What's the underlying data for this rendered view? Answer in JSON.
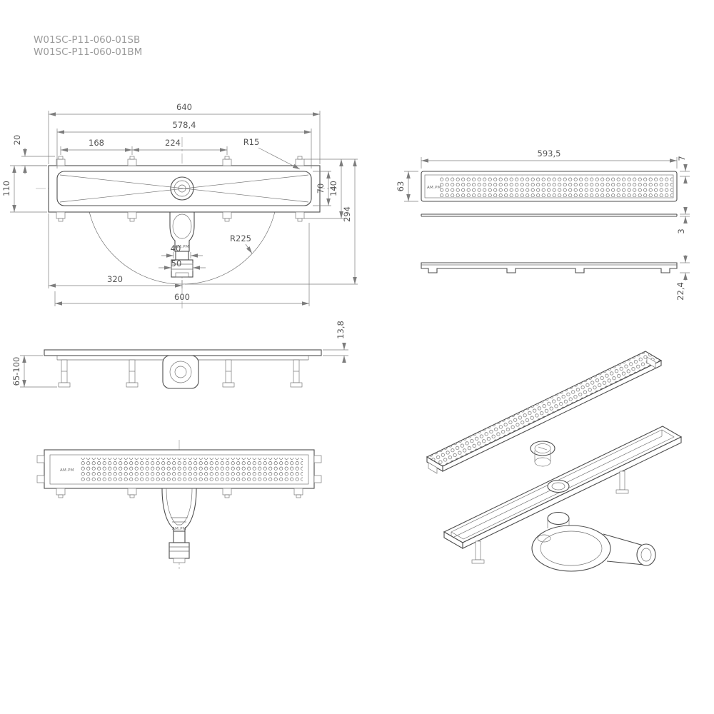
{
  "codes": {
    "line1": "W01SC-P11-060-01SB",
    "line2": "W01SC-P11-060-01BM"
  },
  "brand": "AM.PM",
  "plan": {
    "total": "640",
    "inner": "578,4",
    "clip_left": "168",
    "clip_mid": "224",
    "corner_radius": "R15",
    "clip_offset": "20",
    "body_height": "110",
    "channel_height": "70",
    "outer_height": "140",
    "overall_depth": "294",
    "swivel_radius": "R225",
    "outlet_inner": "40",
    "outlet_outer": "50",
    "to_center": "320",
    "support_span": "600"
  },
  "grate": {
    "length": "593,5",
    "width": "63",
    "height": "7",
    "thickness": "3",
    "profile_height": "22,4"
  },
  "side": {
    "rim_height": "13,8",
    "leg_range": "65-100"
  }
}
